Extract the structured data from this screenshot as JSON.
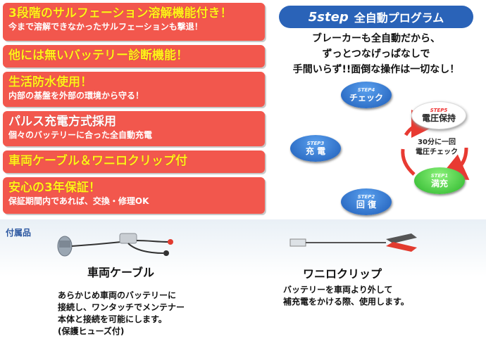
{
  "features": [
    {
      "title": "3段階のサルフェーション溶解機能付き！",
      "subtitle": "今まで溶解できなかったサルフェーションも撃退！",
      "title_yellow": true
    },
    {
      "title": "他には無いバッテリー診断機能！",
      "subtitle": "",
      "title_yellow": true
    },
    {
      "title": "生活防水使用！",
      "subtitle": "内部の基盤を外部の環境から守る！",
      "title_yellow": true
    },
    {
      "title": "パルス充電方式採用",
      "subtitle": "個々のバッテリーに合った全自動充電",
      "title_yellow": false
    },
    {
      "title": "車両ケーブル＆ワニロクリップ付",
      "subtitle": "",
      "title_yellow": true
    },
    {
      "title": "安心の3年保証！",
      "subtitle": "保証期間内であれば、交換・修理OK",
      "title_yellow": true
    }
  ],
  "program": {
    "step_label": "5step",
    "title": "全自動プログラム",
    "desc": [
      "ブレーカーも全自動だから、",
      "ずっとつなげっぱなしで",
      "手間いらず!!面倒な操作は一切なし！"
    ],
    "steps": [
      {
        "label": "STEP1",
        "name": "満充"
      },
      {
        "label": "STEP2",
        "name": "回 復"
      },
      {
        "label": "STEP3",
        "name": "充 電"
      },
      {
        "label": "STEP4",
        "name": "チェック"
      },
      {
        "label": "STEP5",
        "name": "電圧保持"
      }
    ],
    "cycle_note": [
      "30分に一回",
      "電圧チェック"
    ]
  },
  "accessories": {
    "title": "付属品",
    "items": [
      {
        "name": "車両ケーブル",
        "desc": [
          "あらかじめ車両のバッテリーに",
          "接続し、ワンタッチでメンテナー",
          "本体と接続を可能にします。",
          "(保護ヒューズ付)"
        ]
      },
      {
        "name": "ワニロクリップ",
        "desc": [
          "バッテリーを車両より外して",
          "補充電をかける際、使用します。"
        ]
      }
    ]
  },
  "colors": {
    "panel": "#f2574d",
    "highlight": "#fff21a",
    "program_blue": "#2a63b8",
    "step_green": "#2bb52b"
  }
}
